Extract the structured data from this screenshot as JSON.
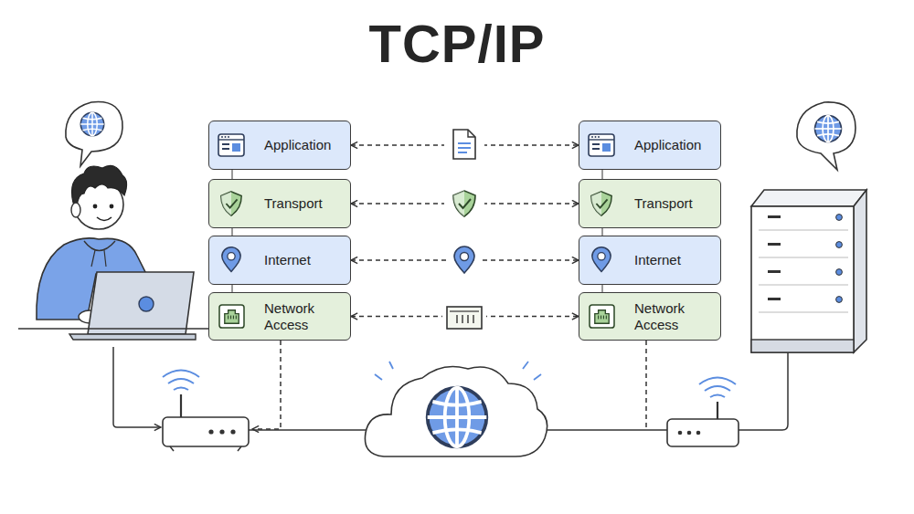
{
  "diagram": {
    "title": "TCP/IP",
    "nodes": [
      {
        "text": [
          "Application"
        ]
      },
      {
        "text": [
          "Transport"
        ]
      },
      {
        "text": [
          "Internet"
        ]
      },
      {
        "text": [
          "Network Access"
        ]
      },
      {
        "text": [
          "Application"
        ]
      },
      {
        "text": [
          "Transport"
        ]
      },
      {
        "text": [
          "Internet"
        ]
      },
      {
        "text": [
          "Network Access"
        ]
      }
    ],
    "edges": [
      {
        "from": 0,
        "to": 4,
        "arrow": "both"
      },
      {
        "from": 1,
        "to": 5,
        "arrow": "both"
      },
      {
        "from": 2,
        "to": 6,
        "arrow": "both"
      },
      {
        "from": 3,
        "to": 7,
        "arrow": "both"
      }
    ]
  }
}
